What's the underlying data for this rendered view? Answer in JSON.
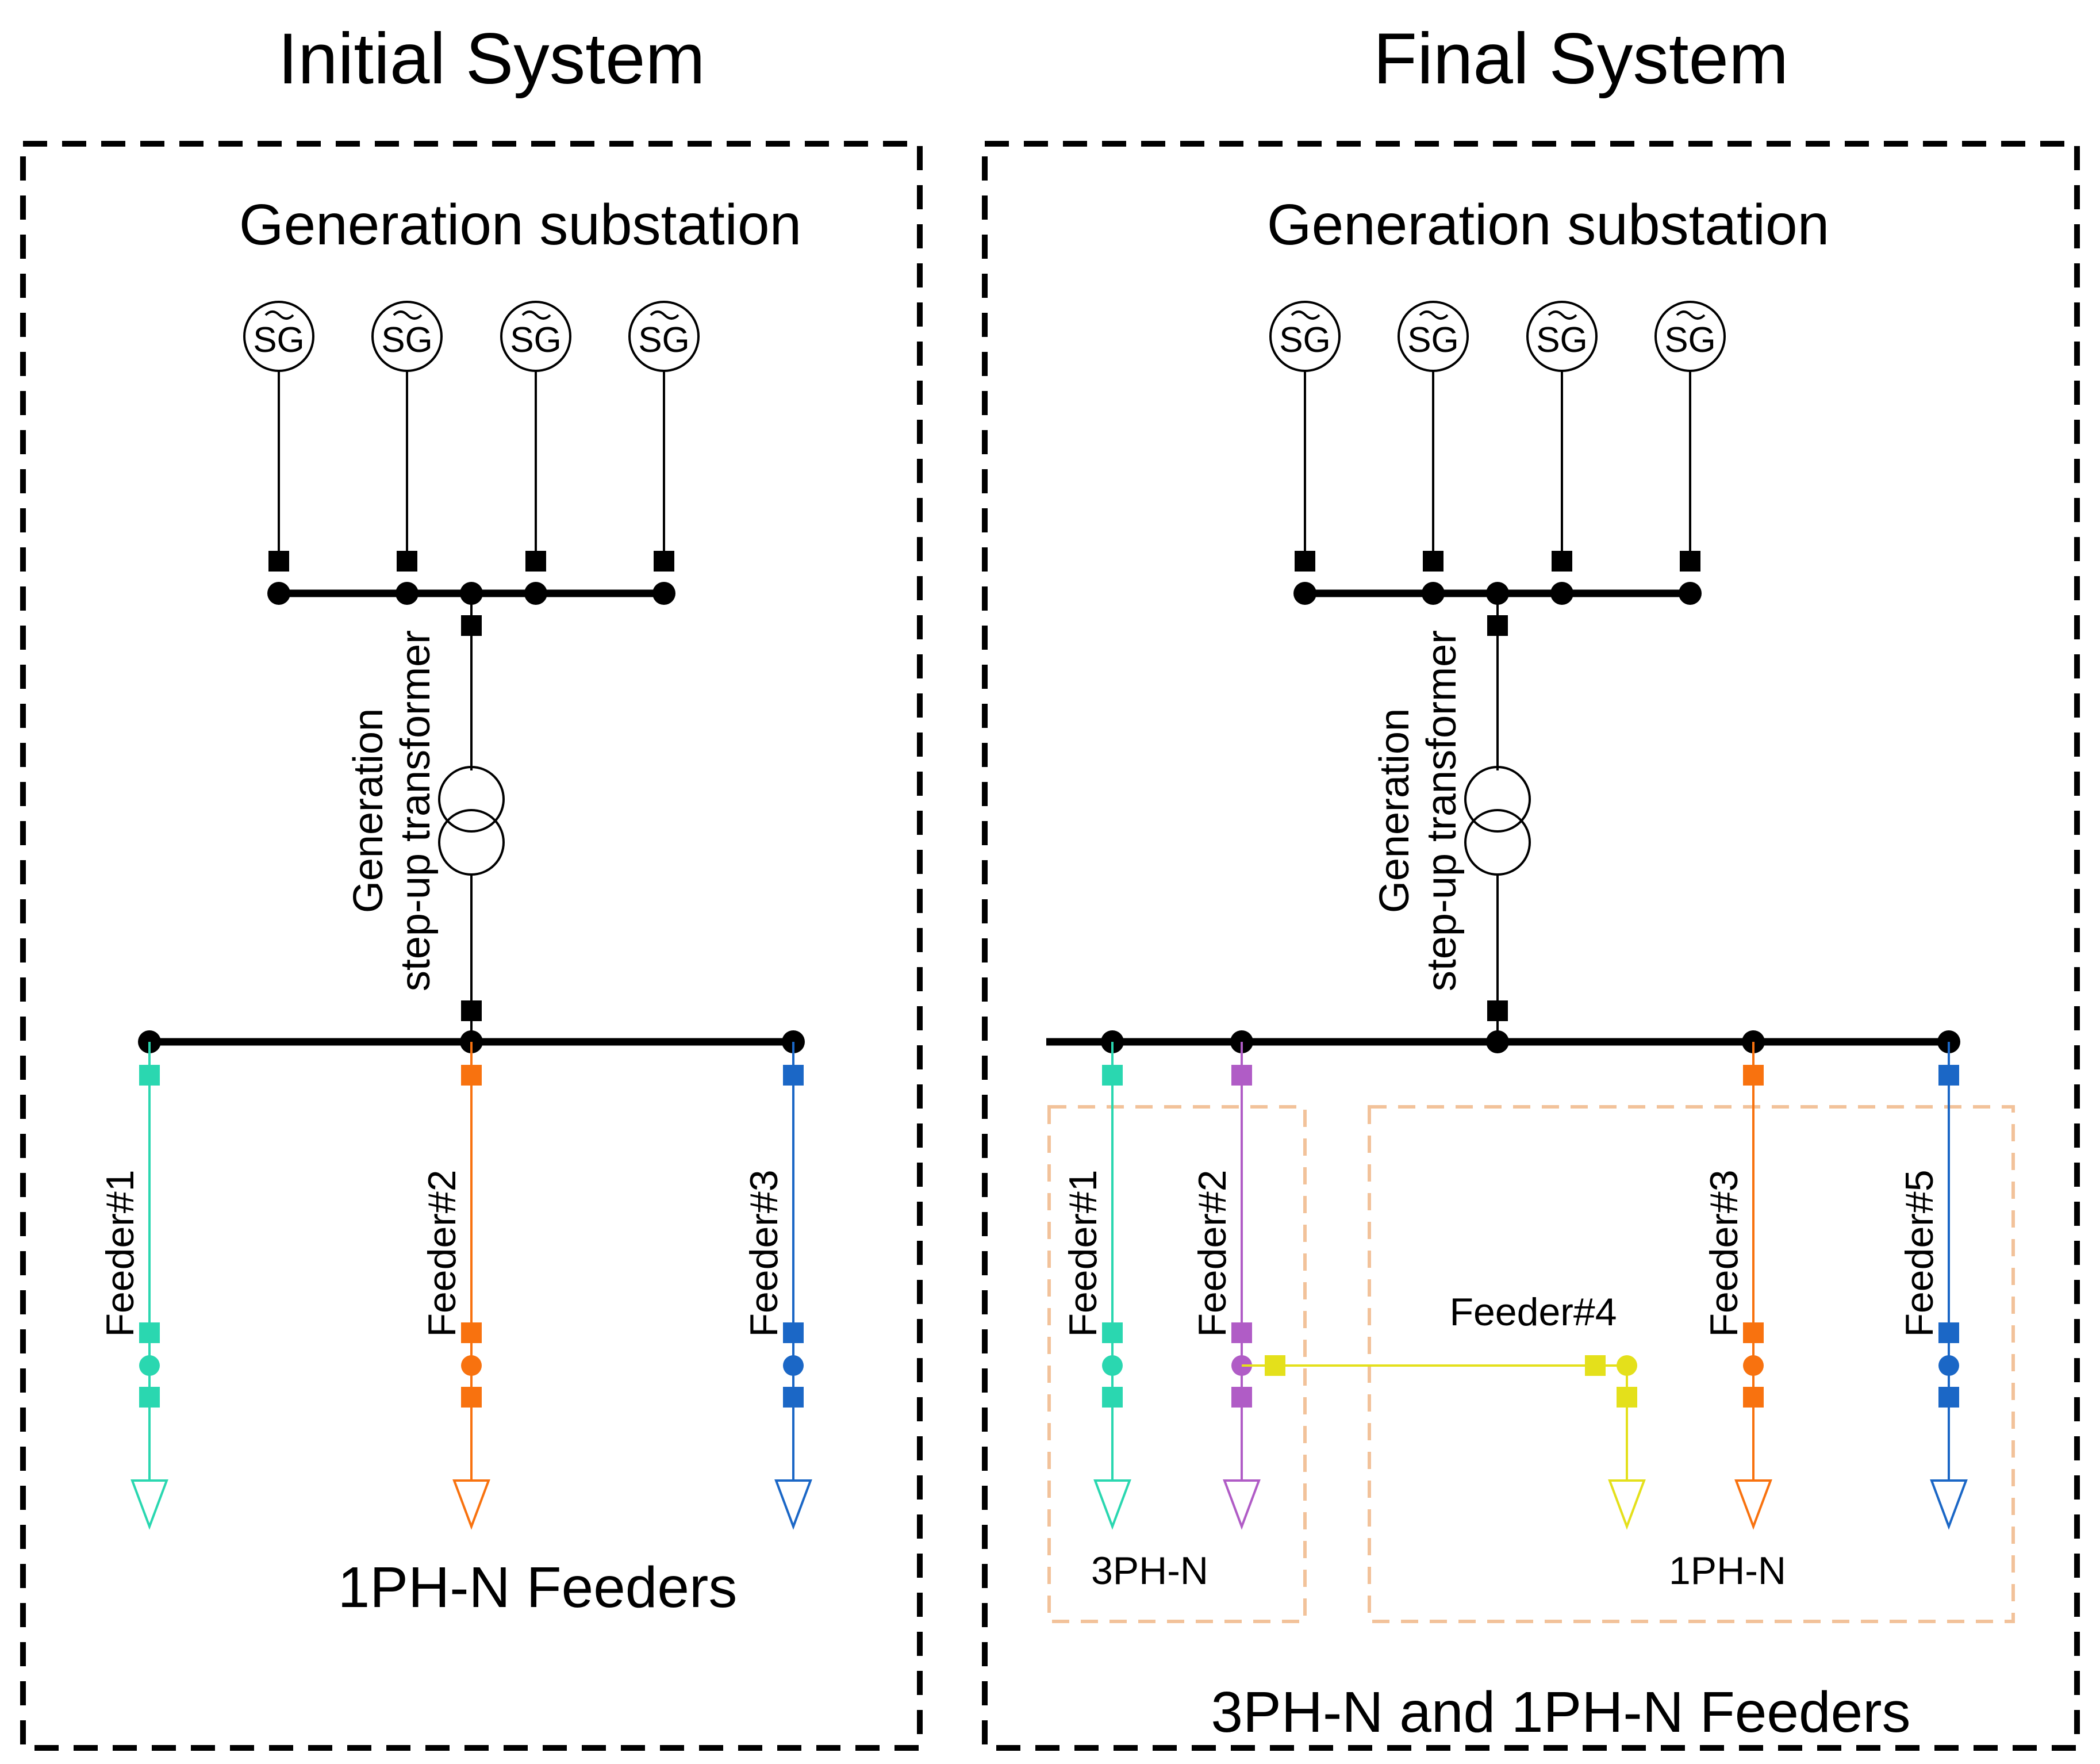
{
  "panels": [
    {
      "id": "initial",
      "title": "Initial System",
      "substation_label": "Generation substation",
      "transformer_label": [
        "Generation",
        "step-up transformer"
      ],
      "generator_label": "SG",
      "footer_label": "1PH-N Feeders",
      "feeders": [
        {
          "label": "Feeder#1",
          "color": "#2ad7b0"
        },
        {
          "label": "Feeder#2",
          "color": "#f8720f"
        },
        {
          "label": "Feeder#3",
          "color": "#1b67c6"
        }
      ]
    },
    {
      "id": "final",
      "title": "Final System",
      "substation_label": "Generation substation",
      "transformer_label": [
        "Generation",
        "step-up transformer"
      ],
      "generator_label": "SG",
      "footer_label": "3PH-N and 1PH-N Feeders",
      "group_labels": {
        "three_phase": "3PH-N",
        "single_phase": "1PH-N"
      },
      "feeders": [
        {
          "label": "Feeder#1",
          "color": "#2ad7b0"
        },
        {
          "label": "Feeder#2",
          "color": "#b05cc6"
        },
        {
          "label": "Feeder#4",
          "color": "#e4e01b"
        },
        {
          "label": "Feeder#3",
          "color": "#f8720f"
        },
        {
          "label": "Feeder#5",
          "color": "#1b67c6"
        }
      ]
    }
  ],
  "colors": {
    "bus": "#000000",
    "frame": "#000000",
    "group_frame": "#f2c29a"
  }
}
